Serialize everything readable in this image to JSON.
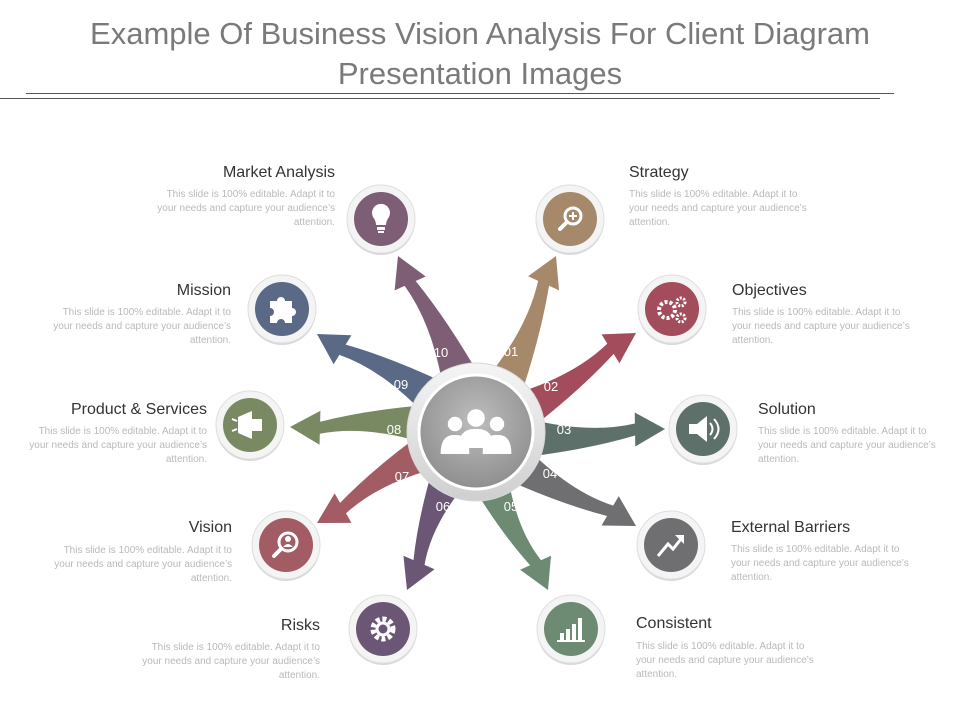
{
  "title": "Example Of Business Vision Analysis For Client Diagram Presentation Images",
  "colors": {
    "strategy": "#a6886a",
    "objectives": "#a24c5c",
    "solution": "#5d7069",
    "external_barriers": "#6f6f72",
    "consistent": "#6d8a73",
    "risks": "#6c5676",
    "vision": "#a35c64",
    "product_services": "#798a62",
    "mission": "#5a6a86",
    "market_analysis": "#7e5e74",
    "center": "#a8a8a8"
  },
  "items": [
    {
      "key": "strategy",
      "number": "01",
      "title": "Strategy",
      "desc": "This slide is 100% editable. Adapt it to your needs and capture your audience’s attention.",
      "icon": "magnifier-plus-icon"
    },
    {
      "key": "objectives",
      "number": "02",
      "title": "Objectives",
      "desc": "This slide is 100% editable. Adapt it to your needs and capture your audience’s attention.",
      "icon": "gears-icon"
    },
    {
      "key": "solution",
      "number": "03",
      "title": "Solution",
      "desc": "This slide is 100% editable. Adapt it to your needs and capture your audience’s attention.",
      "icon": "megaphone-icon"
    },
    {
      "key": "external_barriers",
      "number": "04",
      "title": "External Barriers",
      "desc": "This slide is 100% editable. Adapt it to your needs and capture your audience’s attention.",
      "icon": "trend-arrow-icon"
    },
    {
      "key": "consistent",
      "number": "05",
      "title": "Consistent",
      "desc": "This slide is 100% editable. Adapt it to your needs and capture your audience’s attention.",
      "icon": "bar-chart-icon"
    },
    {
      "key": "risks",
      "number": "06",
      "title": "Risks",
      "desc": "This slide is 100% editable. Adapt it to your needs and capture your audience’s attention.",
      "icon": "gear-icon"
    },
    {
      "key": "vision",
      "number": "07",
      "title": "Vision",
      "desc": "This slide is 100% editable. Adapt it to your needs and capture your audience’s attention.",
      "icon": "magnifier-user-icon"
    },
    {
      "key": "product_services",
      "number": "08",
      "title": "Product & Services",
      "desc": "This slide is 100% editable. Adapt it to your needs and capture your audience’s attention.",
      "icon": "megaphone-left-icon"
    },
    {
      "key": "mission",
      "number": "09",
      "title": "Mission",
      "desc": "This slide is 100% editable. Adapt it to your needs and capture your audience’s attention.",
      "icon": "puzzle-icon"
    },
    {
      "key": "market_analysis",
      "number": "10",
      "title": "Market Analysis",
      "desc": "This slide is 100% editable. Adapt it to your needs and capture your audience’s attention.",
      "icon": "lightbulb-icon"
    }
  ],
  "center_icon": "team-icon"
}
